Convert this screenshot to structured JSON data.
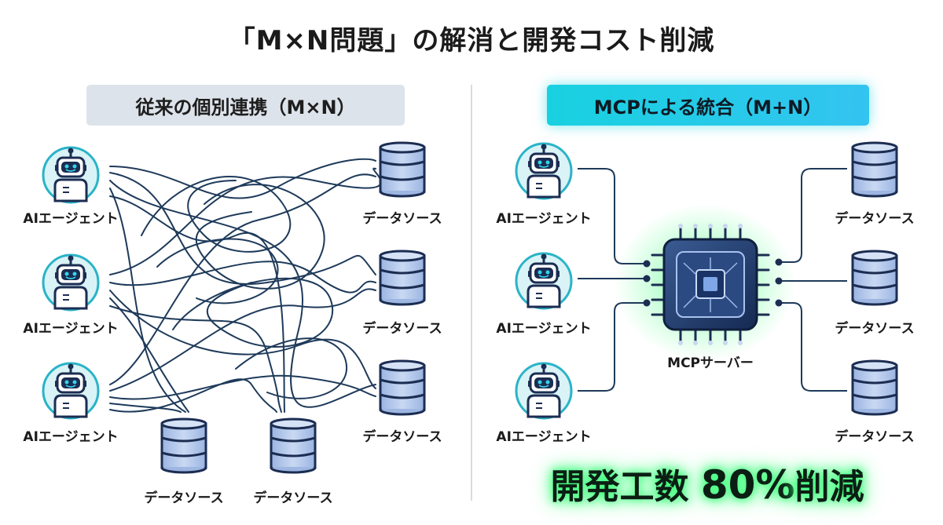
{
  "title": "「M×N問題」の解消と開発コスト削減",
  "left_panel": {
    "heading": "従来の個別連携（M×N）",
    "agents": [
      "AIエージェント",
      "AIエージェント",
      "AIエージェント"
    ],
    "sources_right": [
      "データソース",
      "データソース",
      "データソース"
    ],
    "sources_bottom": [
      "データソース",
      "データソース"
    ]
  },
  "right_panel": {
    "heading": "MCPによる統合（M+N）",
    "agents": [
      "AIエージェント",
      "AIエージェント",
      "AIエージェント"
    ],
    "hub_label": "MCPサーバー",
    "sources": [
      "データソース",
      "データソース",
      "データソース"
    ]
  },
  "result": {
    "prefix": "開発工数",
    "value": "80%",
    "suffix": "削減"
  },
  "colors": {
    "robot_fill": "#d9f3f6",
    "robot_accent": "#2ab3c7",
    "db_fill": "#b3c8ea",
    "db_dark": "#1c2d52",
    "line": "#1e3a5a",
    "glow_green": "#3bff7a",
    "accent_cyan": "#18d1e0"
  },
  "icons": {
    "agent": "robot-icon",
    "source": "database-icon",
    "hub": "chip-icon"
  }
}
